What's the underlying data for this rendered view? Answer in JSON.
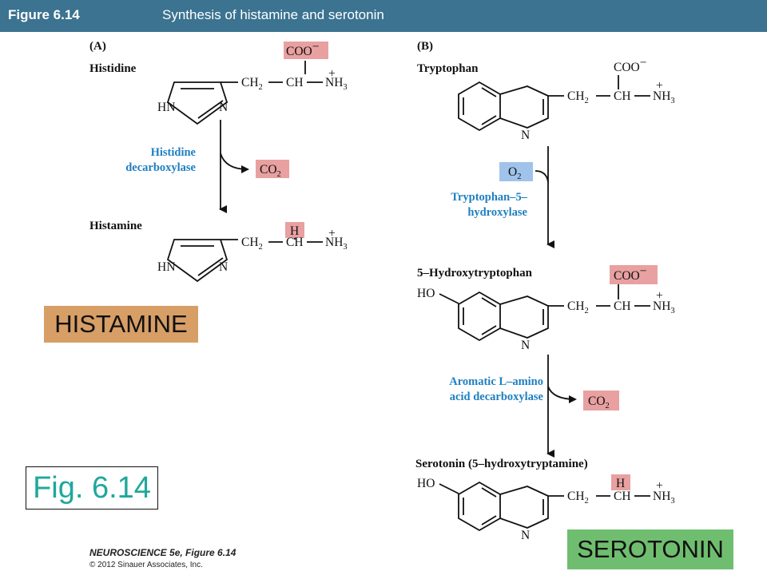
{
  "header": {
    "figure": "Figure 6.14",
    "title": "Synthesis of histamine and serotonin"
  },
  "panel_a": {
    "label": "(A)",
    "substrate": "Histidine",
    "enzyme_line1": "Histidine",
    "enzyme_line2": "decarboxylase",
    "product": "Histamine"
  },
  "panel_b": {
    "label": "(B)",
    "substrate": "Tryptophan",
    "cofactor": "O",
    "enzyme1_line1": "Tryptophan–5–",
    "enzyme1_line2": "hydroxylase",
    "intermediate": "5–Hydroxytryptophan",
    "enzyme2_line1": "Aromatic L–amino",
    "enzyme2_line2": "acid decarboxylase",
    "product": "Serotonin (5–hydroxytryptamine)"
  },
  "chem": {
    "coo": "COO",
    "minus": "−",
    "ch2": "CH",
    "ch": "CH",
    "nh3": "NH",
    "plus": "+",
    "hn": "HN",
    "n": "N",
    "h": "H",
    "ho": "HO",
    "co": "CO",
    "sub2": "2",
    "sub3": "3"
  },
  "overlays": {
    "histamine": "HISTAMINE",
    "fig": "Fig. 6.14",
    "serotonin": "SEROTONIN"
  },
  "credits": {
    "line1": "NEUROSCIENCE 5e, Figure 6.14",
    "line2": "© 2012 Sinauer Associates, Inc."
  },
  "colors": {
    "header": "#3b7390",
    "pink_box": "#e8a0a0",
    "blue_box": "#9fc3ea",
    "enzyme_text": "#1e7fc1",
    "histamine_box": "#d79e66",
    "serotonin_box": "#6fbe6f",
    "fig_text": "#1fa89b"
  }
}
